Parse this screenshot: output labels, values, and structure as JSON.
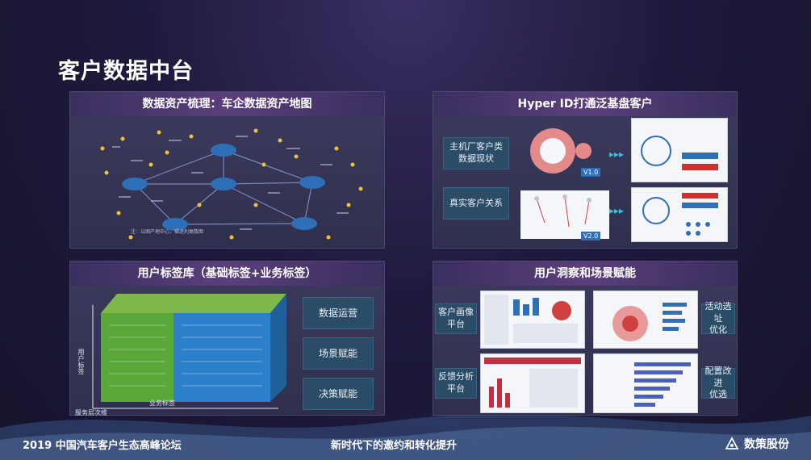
{
  "slide": {
    "title": "客户数据中台"
  },
  "panels": {
    "asset_map": {
      "title": "数据资产梳理：车企数据资产地图",
      "caption": "注：以图产地中心，描述利类数图"
    },
    "hyper_id": {
      "title": "Hyper ID打通泛基盘客户",
      "btn_oem": "主机厂客户类\n数据现状",
      "btn_real": "真实客户关系",
      "v1": "V1.0",
      "v2": "V2.0"
    },
    "tags": {
      "title": "用户标签库（基础标签+业务标签）",
      "y_axis": "用户标签",
      "x_axis": "业务标签",
      "z_axis": "服务层次维",
      "btn_ops": "数据运营",
      "btn_scene": "场景赋能",
      "btn_decision": "决策赋能"
    },
    "insight": {
      "title": "用户洞察和场景赋能",
      "btn_profile": "客户画像\n平台",
      "btn_feedback": "反馈分析\n平台",
      "btn_activity": "活动选址\n优化",
      "btn_config": "配置改进\n优选"
    }
  },
  "footer": {
    "event": "2019 中国汽车客户生态高峰论坛",
    "theme": "新时代下的邀约和转化提升",
    "brand": "数策股份"
  },
  "colors": {
    "accent": "#2b4c66",
    "node": "#f2c230",
    "panel_head": "#5a3f7a",
    "green_block": "#5aa83a",
    "blue_block": "#2c7fc9"
  }
}
